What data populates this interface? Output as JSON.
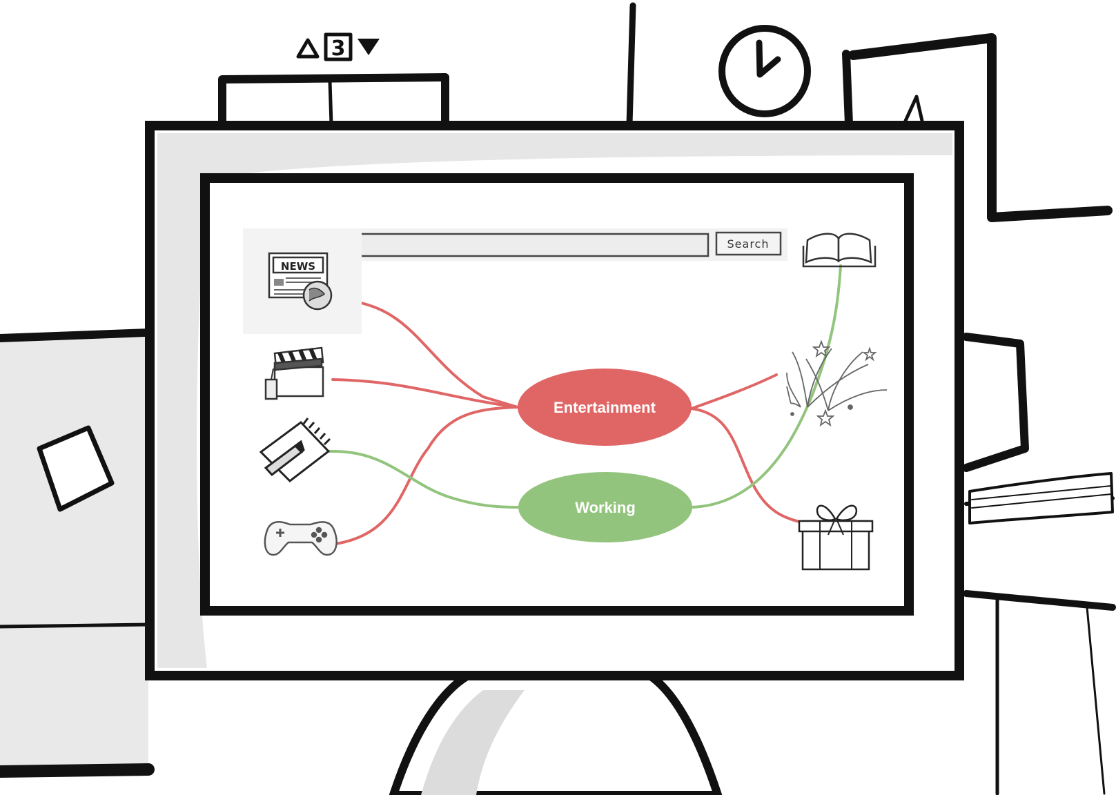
{
  "elevator": {
    "floor": "3"
  },
  "search": {
    "button_label": "Search",
    "value": ""
  },
  "nodes": {
    "entertainment": {
      "label": "Entertainment",
      "color": "#e06666"
    },
    "working": {
      "label": "Working",
      "color": "#93c47d"
    }
  },
  "icons": [
    {
      "name": "news-icon",
      "label": "NEWS"
    },
    {
      "name": "clapperboard-icon"
    },
    {
      "name": "notepad-icon"
    },
    {
      "name": "gamepad-icon"
    },
    {
      "name": "book-icon"
    },
    {
      "name": "fireworks-icon"
    },
    {
      "name": "gift-icon"
    }
  ],
  "colors": {
    "entertainment_link": "#e06666",
    "working_link": "#93c47d",
    "outline": "#111111",
    "bezel": "#e6e6e6"
  }
}
